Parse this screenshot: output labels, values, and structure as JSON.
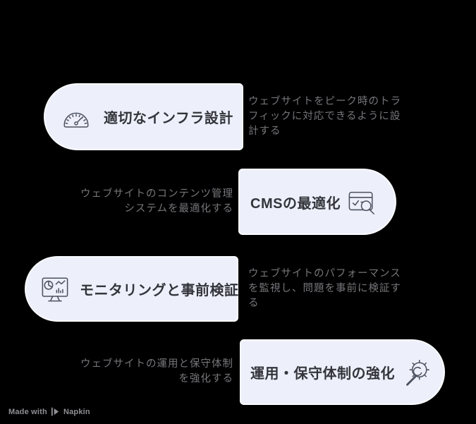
{
  "colors": {
    "background": "#000000",
    "pill_fill": "#EDF0FB",
    "pill_border": "#F9FBFF",
    "pill_text": "#34353B",
    "icon_stroke": "#4C5160",
    "description_text": "#76767B",
    "watermark_text": "#8F8F94"
  },
  "rows": [
    {
      "label": "適切なインフラ設計",
      "icon": "gauge-icon",
      "side": "left",
      "desc_lines": [
        "ウェブサイトをピーク時のトラ",
        "フィックに対応できるように設",
        "計する"
      ]
    },
    {
      "label": "CMSの最適化",
      "icon": "browser-search-icon",
      "side": "right",
      "desc_lines": [
        "ウェブサイトのコンテンツ管理",
        "システムを最適化する"
      ]
    },
    {
      "label": "モニタリングと事前検証",
      "icon": "monitor-chart-icon",
      "side": "left",
      "desc_lines": [
        "ウェブサイトのパフォーマンス",
        "を監視し、問題を事前に検証す",
        "る"
      ]
    },
    {
      "label": "運用・保守体制の強化",
      "icon": "wrench-gear-icon",
      "side": "right",
      "desc_lines": [
        "ウェブサイトの運用と保守体制",
        "を強化する"
      ]
    }
  ],
  "footer": {
    "made_with": "Made with",
    "brand": "Napkin"
  }
}
